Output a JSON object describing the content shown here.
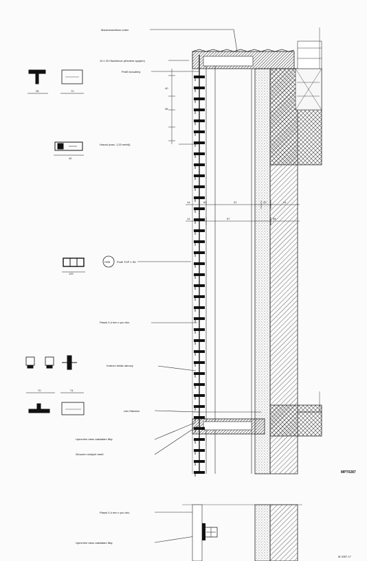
{
  "drawing": {
    "code": "MPT0287",
    "sheet_no": "M 0287.17"
  },
  "labels": [
    {
      "id": "label-1",
      "text": "Maueranschluss unten"
    },
    {
      "id": "label-2",
      "text": "10 x 20 Hlavičkové (dřevěné spojení)"
    },
    {
      "id": "label-3",
      "text": "Profil dvoudílný"
    },
    {
      "id": "label-4",
      "text": "Hranol (max. 1,20 metrů)"
    },
    {
      "id": "label-5",
      "text": "Profil TOP 1 SK"
    },
    {
      "id": "label-6",
      "text": "Pásek 0,4 mm x pro dno"
    },
    {
      "id": "label-7",
      "text": "Kotevní držák rámový"
    },
    {
      "id": "label-8",
      "text": "roto Hlavnice"
    },
    {
      "id": "label-9",
      "text": "Upevnění rámu zakládání lišty"
    },
    {
      "id": "label-10",
      "text": "Zkrocení nízkých rámů"
    },
    {
      "id": "label-11",
      "text": "Pásek 0,4 mm x pro dno"
    },
    {
      "id": "label-12",
      "text": "Upevnění rámu zakládání lišty"
    }
  ],
  "callout": {
    "text": "HSB"
  },
  "dimensions": [
    "60",
    "14",
    "22",
    "20",
    "14",
    "14",
    "67",
    "58",
    "40",
    "38",
    "62",
    "48",
    "5",
    "20"
  ],
  "detail_dims": [
    "28",
    "72",
    "40",
    "120",
    "70",
    "74",
    "28"
  ]
}
